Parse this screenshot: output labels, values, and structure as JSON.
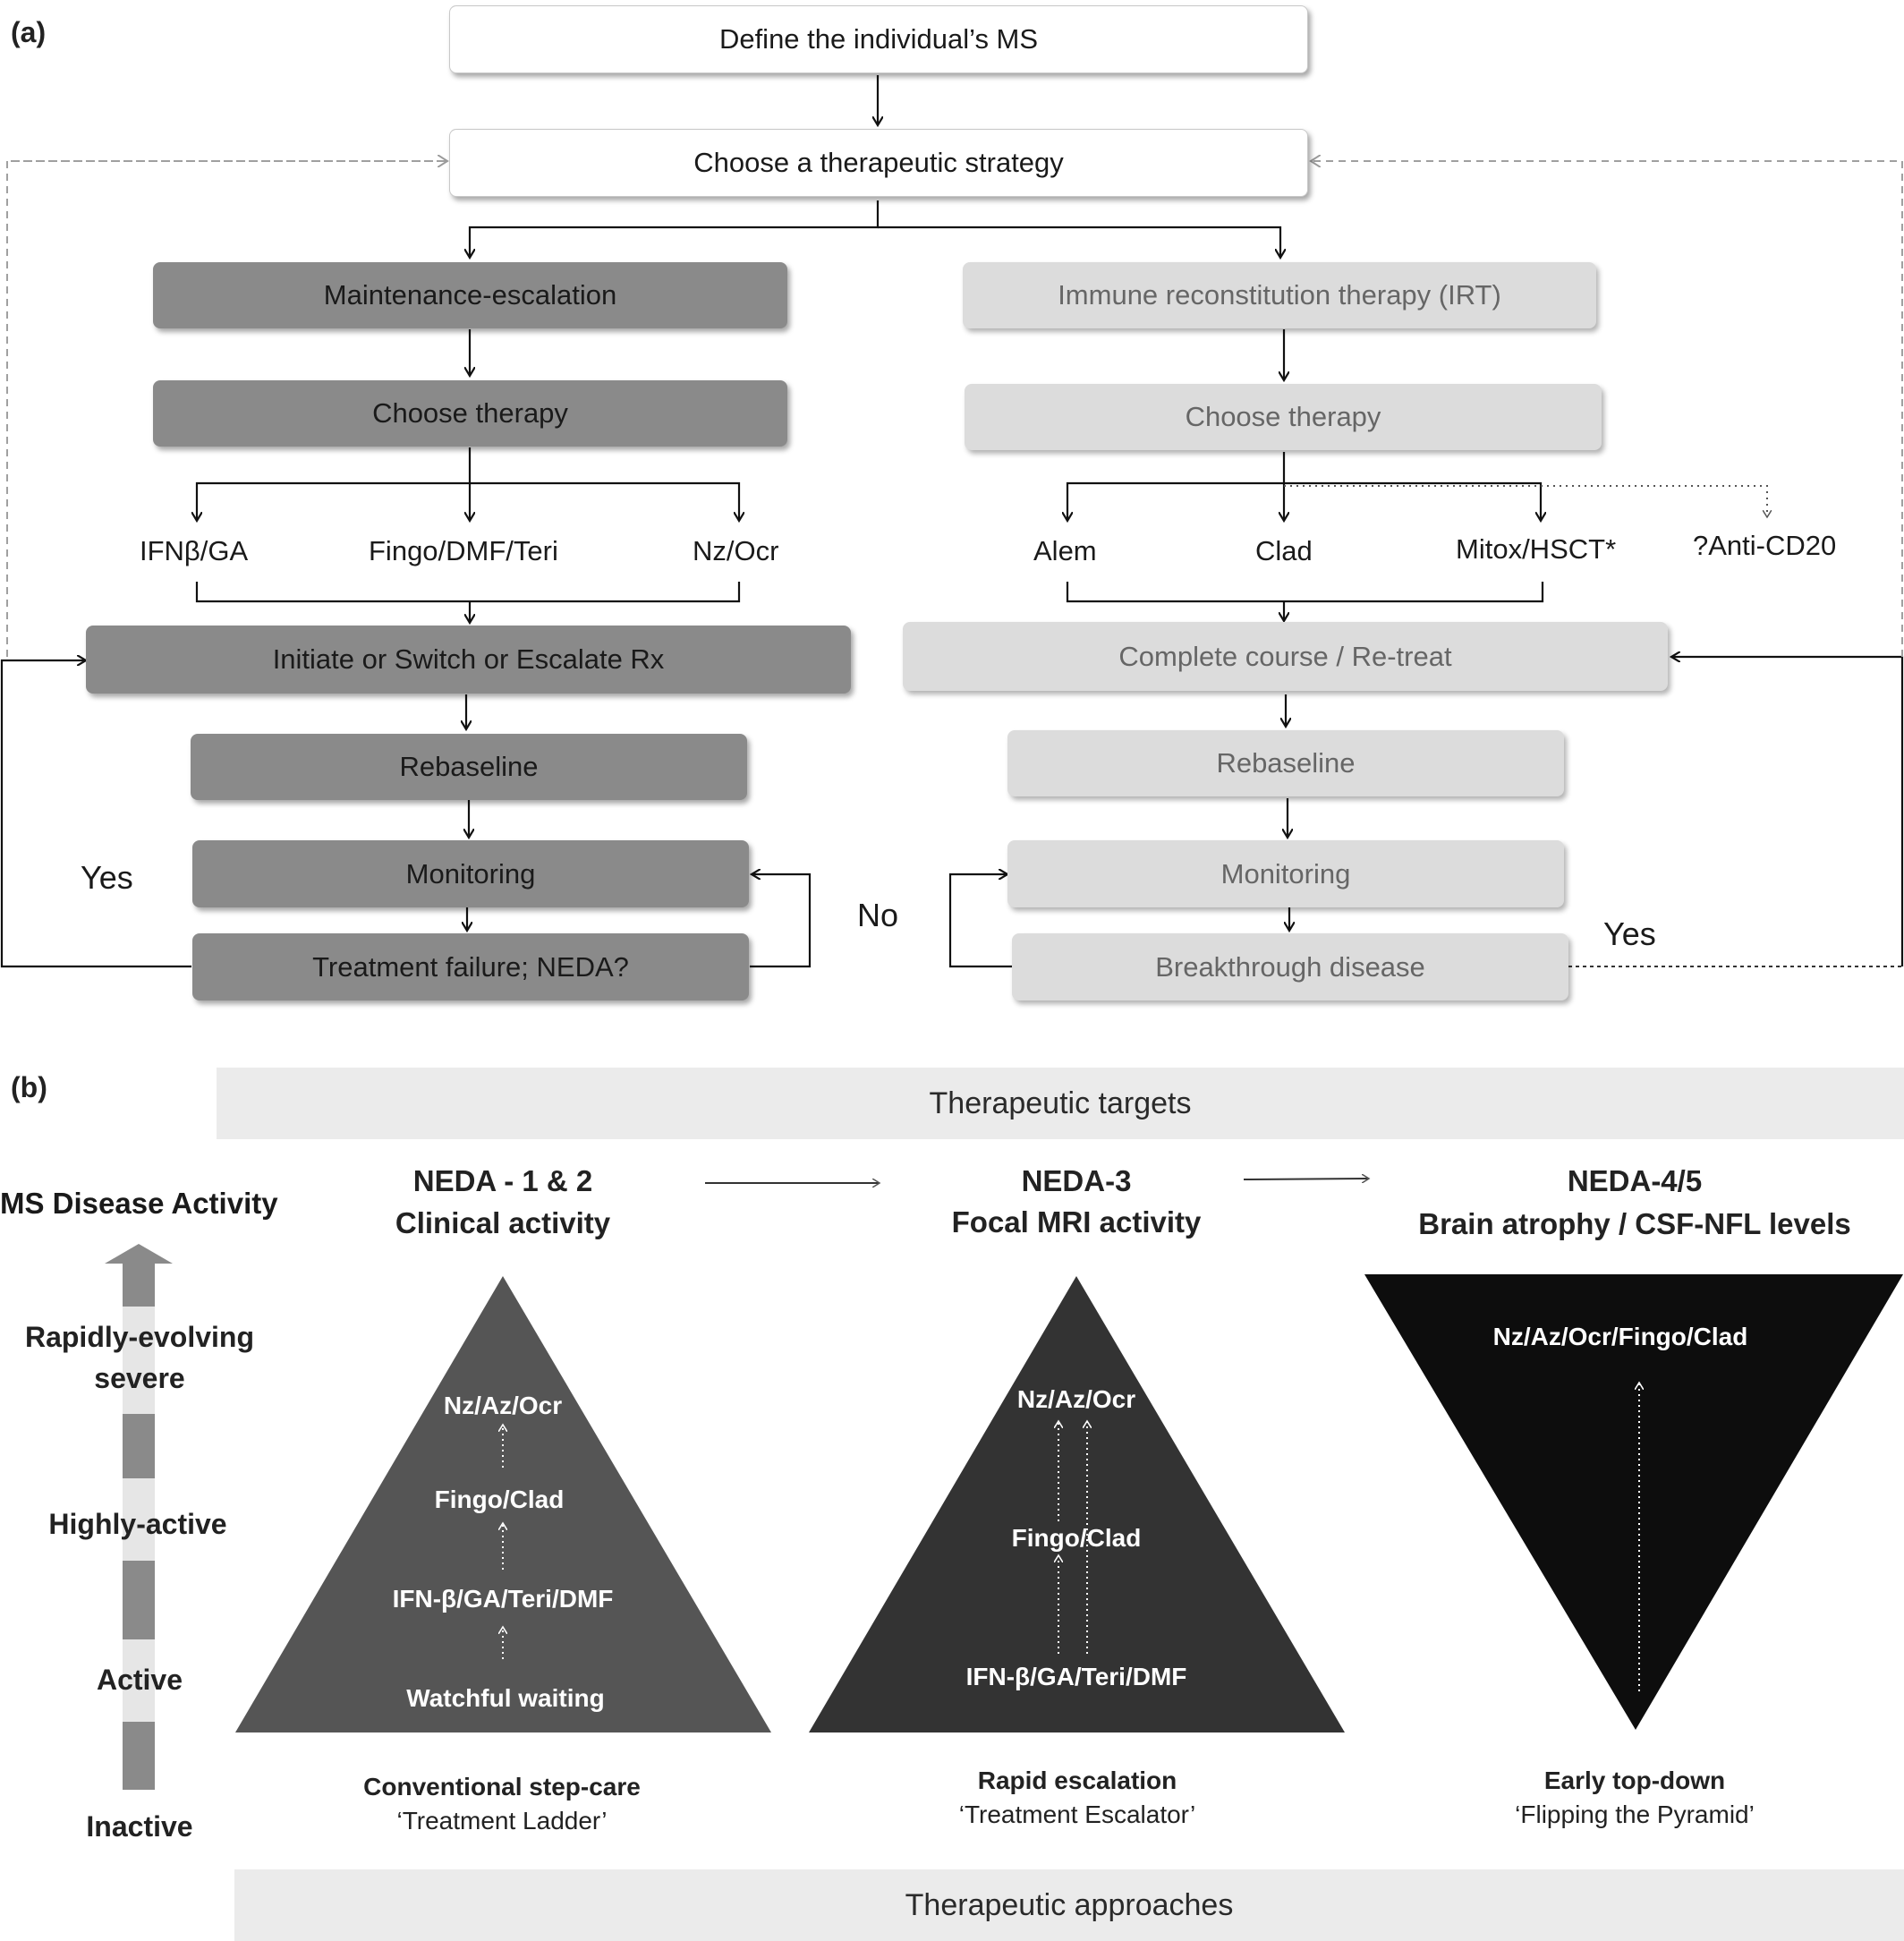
{
  "panel_a": {
    "label": "(a)",
    "define": "Define the individual’s MS",
    "choose_strategy": "Choose a therapeutic strategy",
    "left": {
      "strategy": "Maintenance-escalation",
      "choose_therapy": "Choose therapy",
      "options": [
        "IFNβ/GA",
        "Fingo/DMF/Teri",
        "Nz/Ocr"
      ],
      "initiate": "Initiate or Switch or Escalate Rx",
      "rebaseline": "Rebaseline",
      "monitoring": "Monitoring",
      "failure": "Treatment failure; NEDA?",
      "yes": "Yes",
      "no": "No"
    },
    "right": {
      "strategy": "Immune reconstitution therapy (IRT)",
      "choose_therapy": "Choose therapy",
      "options": [
        "Alem",
        "Clad",
        "Mitox/HSCT*"
      ],
      "optional": "?Anti-CD20",
      "course": "Complete course / Re-treat",
      "rebaseline": "Rebaseline",
      "monitoring": "Monitoring",
      "breakthrough": "Breakthrough disease",
      "yes": "Yes"
    }
  },
  "panel_b": {
    "label": "(b)",
    "targets_band": "Therapeutic targets",
    "approaches_band": "Therapeutic approaches",
    "activity_scale": {
      "title": "MS Disease Activity",
      "levels": [
        "Rapidly-evolving",
        "severe",
        "Highly-active",
        "Active",
        "Inactive"
      ]
    },
    "columns": [
      {
        "title_line1": "NEDA - 1 & 2",
        "title_line2": "Clinical activity",
        "items": [
          "Nz/Az/Ocr",
          "Fingo/Clad",
          "IFN-β/GA/Teri/DMF",
          "Watchful waiting"
        ],
        "approach": "Conventional step-care",
        "approach_sub": "‘Treatment Ladder’"
      },
      {
        "title_line1": "NEDA-3",
        "title_line2": "Focal MRI activity",
        "items": [
          "Nz/Az/Ocr",
          "Fingo/Clad",
          "IFN-β/GA/Teri/DMF"
        ],
        "approach": "Rapid escalation",
        "approach_sub": "‘Treatment Escalator’"
      },
      {
        "title_line1": "NEDA-4/5",
        "title_line2": "Brain atrophy / CSF-NFL levels",
        "items": [
          "Nz/Az/Ocr/Fingo/Clad"
        ],
        "approach": "Early top-down",
        "approach_sub": "‘Flipping the Pyramid’"
      }
    ]
  },
  "colors": {
    "dark_box": "#8a8a8a",
    "light_box": "#dcdcdc",
    "tri1": "#555555",
    "tri2": "#333333",
    "tri3": "#0d0d0d",
    "band": "#ebebeb"
  }
}
